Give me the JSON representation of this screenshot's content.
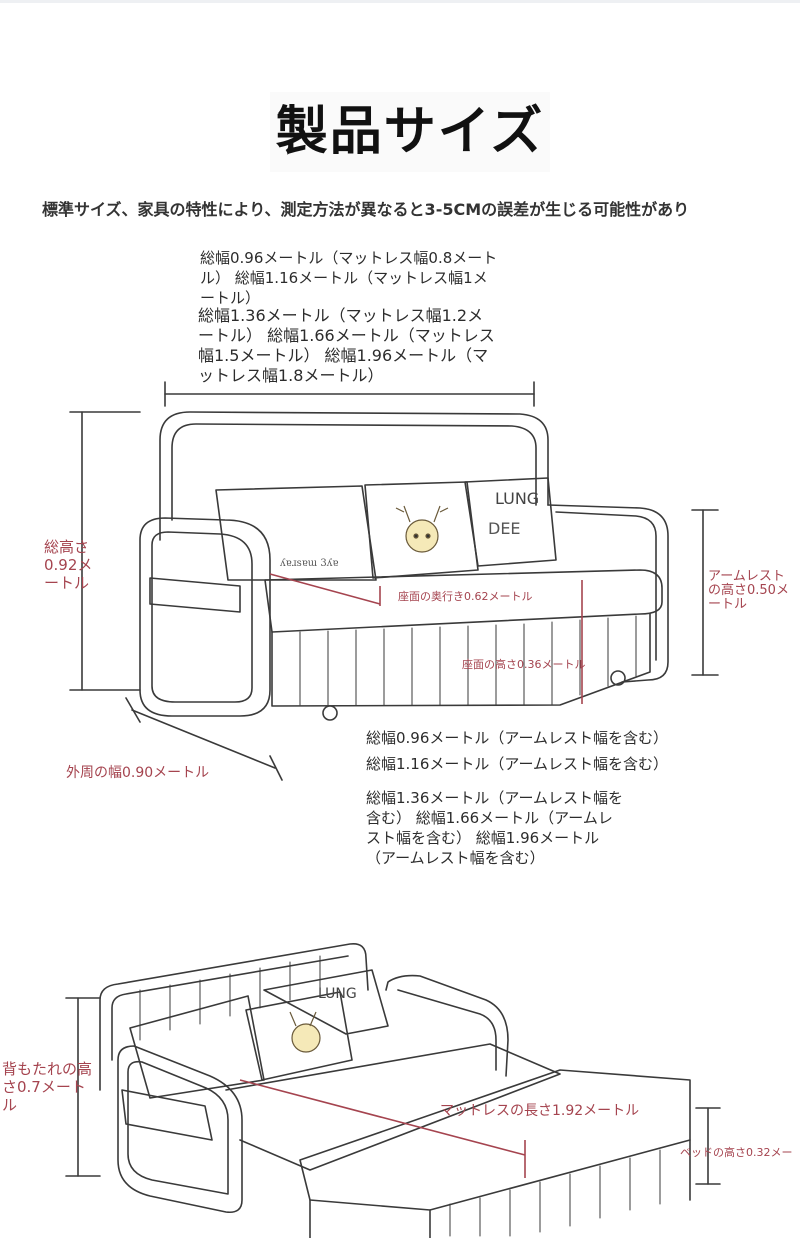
{
  "title": "製品サイズ",
  "subtitle": "標準サイズ、家具の特性により、測定方法が異なると3-5CMの誤差が生じる可能性があり",
  "top_dims": {
    "width_a": "総幅0.96メートル（マットレス幅0.8メートル） 総幅1.16メートル（マットレス幅1メートル）",
    "width_b": "総幅1.36メートル（マットレス幅1.2メートル） 総幅1.66メートル（マットレス幅1.5メートル） 総幅1.96メートル（マットレス幅1.8メートル）"
  },
  "labels": {
    "total_height": "総高さ0.92メートル",
    "armrest_height": "アームレストの高さ0.50メートル",
    "seat_depth": "座面の奥行き0.62メートル",
    "seat_height": "座面の高さ0.36メートル",
    "outer_width": "外周の幅0.90メートル",
    "backrest_height": "背もたれの高さ0.7メートル",
    "mattress_length": "マットレスの長さ1.92メートル",
    "bed_height": "ベッドの高さ0.32メー"
  },
  "bottom_dims": {
    "line1": "総幅0.96メートル（アームレスト幅を含む）",
    "line2": "総幅1.16メートル（アームレスト幅を含む）",
    "line3": "総幅1.36メートル（アームレスト幅を含む） 総幅1.66メートル（アームレスト幅を含む） 総幅1.96メートル（アームレスト幅を含む）"
  },
  "pillow_text": {
    "lung": "LUNG",
    "dee": "DEE",
    "script": "ʎɐɹsɐɯ 3ʎɐ"
  },
  "colors": {
    "accent_red": "#a5444f",
    "line_dark": "#3a3a3a",
    "text_dark": "#2c2c2c"
  }
}
